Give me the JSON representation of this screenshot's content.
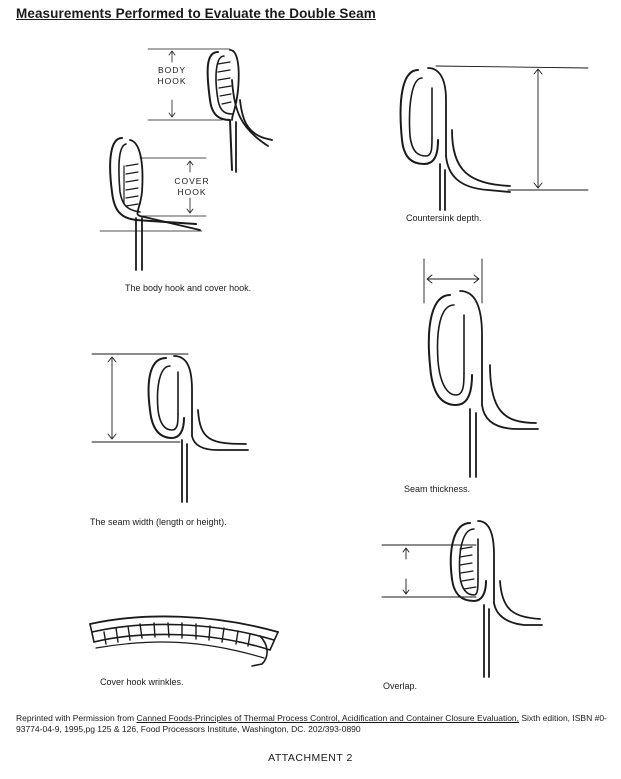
{
  "title": "Measurements Performed to Evaluate the Double Seam",
  "figures": {
    "body_hook": {
      "label_line1": "BODY",
      "label_line2": "HOOK"
    },
    "cover_hook": {
      "label_line1": "COVER",
      "label_line2": "HOOK"
    },
    "hooks_caption": "The body hook and cover hook.",
    "countersink_caption": "Countersink depth.",
    "seam_width_caption": "The seam width (length or height).",
    "seam_thickness_caption": "Seam thickness.",
    "wrinkles_caption": "Cover hook wrinkles.",
    "overlap_caption": "Overlap."
  },
  "credit": {
    "prefix": "Reprinted with Permission  from ",
    "book": "Canned Foods-Principles of Thermal Process Control, Acidification and Container Closure Evaluation,",
    "suffix": "  Sixth edition,  ISBN #0-93774-04-9,  1995,pg  125 & 126, Food Processors Institute, Washington, DC.  202/393-0890"
  },
  "attachment": "ATTACHMENT 2",
  "colors": {
    "ink": "#1a1a1a",
    "background": "#ffffff"
  }
}
